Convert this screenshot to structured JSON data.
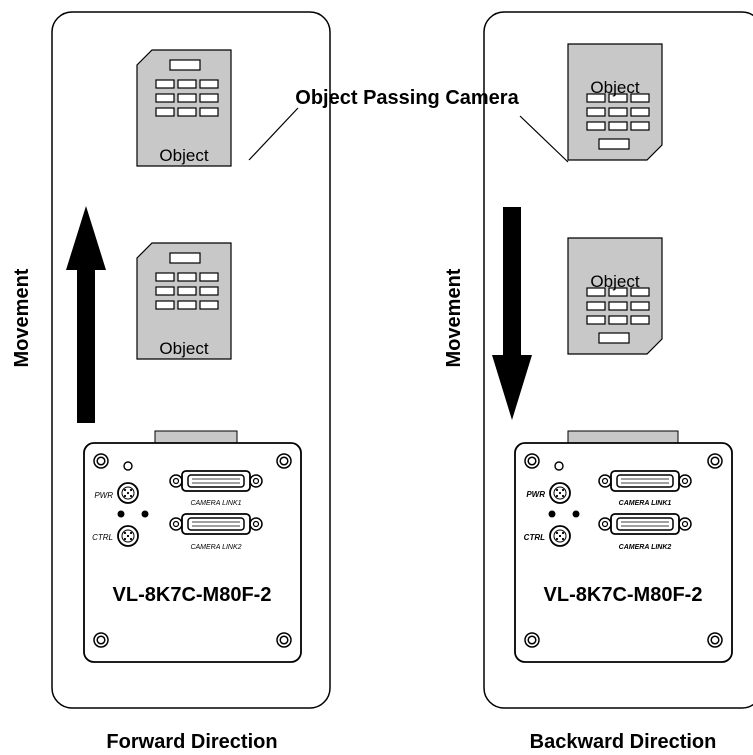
{
  "callout": "Object Passing Camera",
  "forward": {
    "caption": "Forward Direction",
    "movement": "Movement",
    "objects": [
      "Object",
      "Object"
    ],
    "camera": {
      "model": "VL-8K7C-M80F-2",
      "pwr": "PWR",
      "ctrl": "CTRL",
      "link1": "CAMERA LINK1",
      "link2": "CAMERA LINK2"
    }
  },
  "backward": {
    "caption": "Backward Direction",
    "movement": "Movement",
    "objects": [
      "Object",
      "Object"
    ],
    "camera": {
      "model": "VL-8K7C-M80F-2",
      "pwr": "PWR",
      "ctrl": "CTRL",
      "link1": "CAMERA LINK1",
      "link2": "CAMERA LINK2"
    }
  },
  "colors": {
    "object_fill": "#c8c8c8",
    "stroke": "#000000",
    "background": "#ffffff"
  }
}
